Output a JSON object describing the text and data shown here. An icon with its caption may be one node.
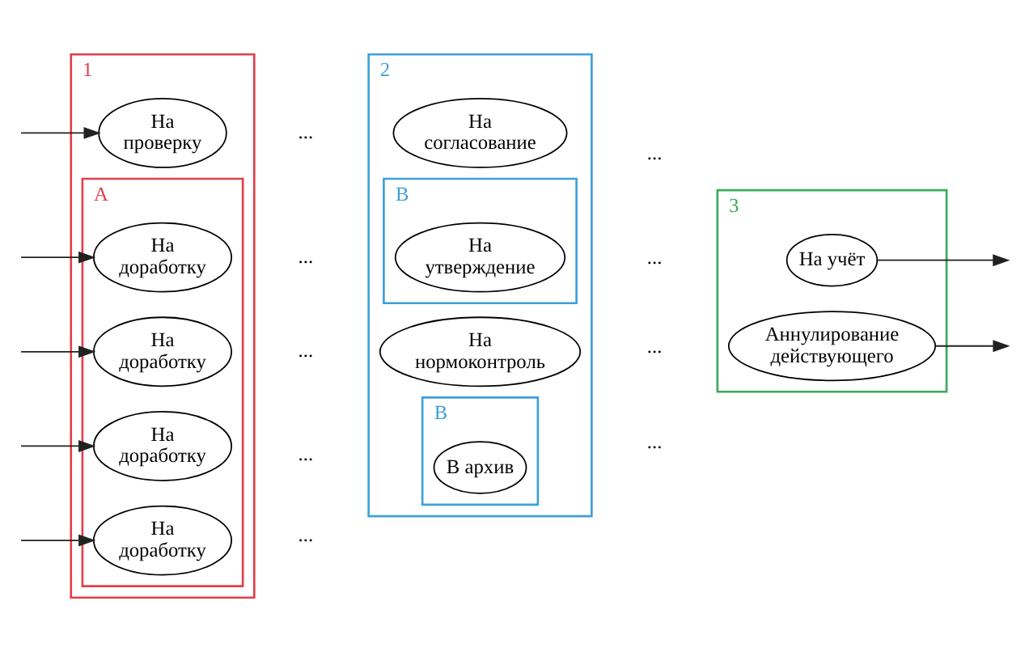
{
  "diagram": {
    "nodes": [
      {
        "text": [
          "1"
        ]
      },
      {
        "text": [
          "На проверку"
        ],
        "in": 0
      },
      {
        "text": [
          "А"
        ],
        "in": 0
      },
      {
        "text": [
          "На доработку"
        ],
        "in": 2
      },
      {
        "text": [
          "На доработку"
        ],
        "in": 2
      },
      {
        "text": [
          "На доработку"
        ],
        "in": 2
      },
      {
        "text": [
          "На доработку"
        ],
        "in": 2
      },
      {
        "text": [
          "2"
        ]
      },
      {
        "text": [
          "На согласование"
        ],
        "in": 7
      },
      {
        "text": [
          "В"
        ],
        "in": 7
      },
      {
        "text": [
          "На утверждение"
        ],
        "in": 9
      },
      {
        "text": [
          "На нормоконтроль"
        ],
        "in": 7
      },
      {
        "text": [
          "В"
        ],
        "in": 7
      },
      {
        "text": [
          "В архив"
        ],
        "in": 12
      },
      {
        "text": [
          "3"
        ]
      },
      {
        "text": [
          "На учёт"
        ],
        "in": 14
      },
      {
        "text": [
          "Аннулирование действующего"
        ],
        "in": 14
      }
    ],
    "edges": [
      {
        "from": null,
        "to": 1,
        "arrow": "to"
      },
      {
        "from": null,
        "to": 3,
        "arrow": "to"
      },
      {
        "from": null,
        "to": 4,
        "arrow": "to"
      },
      {
        "from": null,
        "to": 5,
        "arrow": "to"
      },
      {
        "from": null,
        "to": 6,
        "arrow": "to"
      },
      {
        "from": 15,
        "to": null,
        "arrow": "to"
      },
      {
        "from": 16,
        "to": null,
        "arrow": "to"
      }
    ],
    "labels": [
      "...",
      "...",
      "...",
      "...",
      "...",
      "...",
      "...",
      "...",
      "..."
    ]
  }
}
